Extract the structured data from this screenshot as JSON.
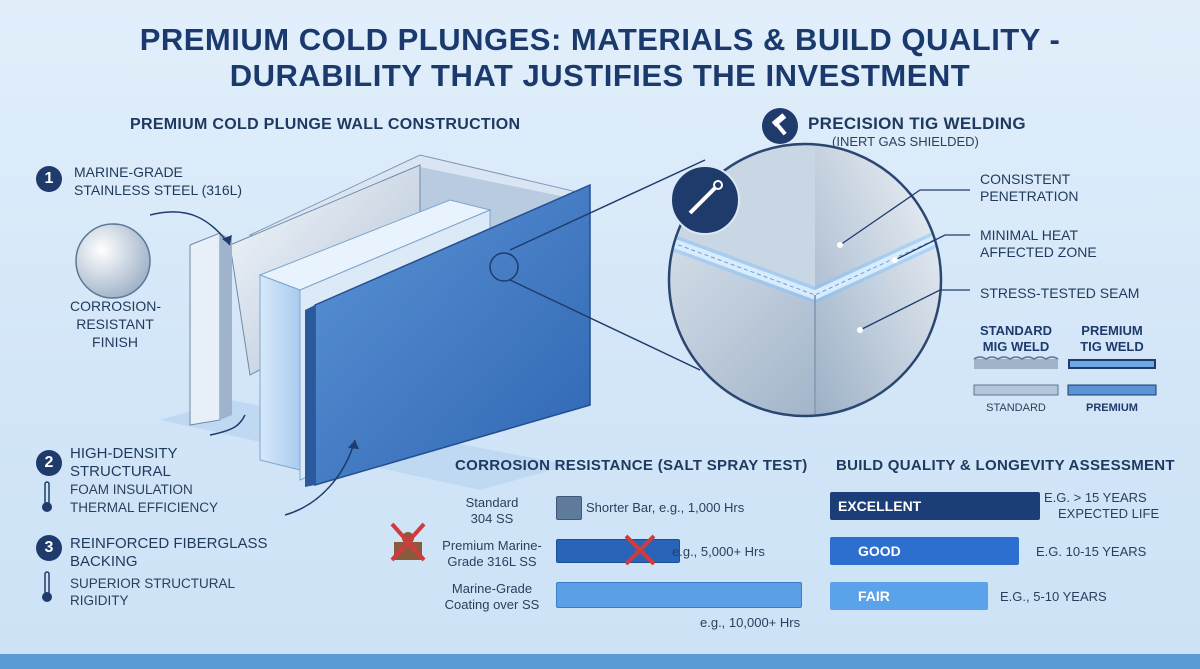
{
  "title": {
    "line1": "PREMIUM COLD PLUNGES: MATERIALS & BUILD QUALITY -",
    "line2": "DURABILITY THAT JUSTIFIES THE INVESTMENT"
  },
  "wall": {
    "heading": "PREMIUM COLD PLUNGE WALL CONSTRUCTION",
    "layers": [
      {
        "number": "1",
        "line1": "MARINE-GRADE",
        "line2": "STAINLESS STEEL (316L)"
      },
      {
        "number": "2",
        "line1": "HIGH-DENSITY",
        "line2": "STRUCTURAL",
        "line3": "FOAM INSULATION"
      },
      {
        "number": "3",
        "line1": "REINFORCED FIBERGLASS",
        "line2": "BACKING"
      }
    ],
    "finish": {
      "line1": "CORROSION-",
      "line2": "RESISTANT",
      "line3": "FINISH"
    },
    "thermal": "THERMAL EFFICIENCY",
    "rigidity": {
      "line1": "SUPERIOR STRUCTURAL",
      "line2": "RIGIDITY"
    }
  },
  "weld": {
    "heading": "PRECISION TIG WELDING",
    "subheading": "(INERT GAS SHIELDED)",
    "callouts": [
      {
        "line1": "CONSISTENT",
        "line2": "PENETRATION"
      },
      {
        "line1": "MINIMAL HEAT",
        "line2": "AFFECTED ZONE"
      },
      {
        "line1": "STRESS-TESTED SEAM",
        "line2": ""
      }
    ],
    "compare": {
      "standard_title1": "STANDARD",
      "standard_title2": "MIG WELD",
      "premium_title1": "PREMIUM",
      "premium_title2": "TIG WELD",
      "standard_caption": "STANDARD",
      "premium_caption": "PREMIUM"
    }
  },
  "chart_data": [
    {
      "type": "bar",
      "orientation": "horizontal",
      "title": "CORROSION RESISTANCE (SALT SPRAY TEST)",
      "categories": [
        "Standard 304 SS",
        "Premium Marine-Grade 316L SS",
        "Marine-Grade Coating over SS"
      ],
      "category_lines": [
        [
          "Standard",
          "304 SS"
        ],
        [
          "Premium Marine-",
          "Grade 316L SS"
        ],
        [
          "Marine-Grade",
          "Coating over SS"
        ]
      ],
      "values": [
        1000,
        5000,
        10000
      ],
      "value_labels": [
        "Shorter Bar, e.g., 1,000 Hrs",
        "e.g., 5,000+ Hrs",
        "e.g., 10,000+ Hrs"
      ],
      "colors": [
        "#5f7c9c",
        "#2a64b8",
        "#5ba0e6"
      ]
    },
    {
      "type": "bar",
      "orientation": "horizontal",
      "title": "BUILD QUALITY & LONGEVITY ASSESSMENT",
      "categories": [
        "EXCELLENT",
        "GOOD",
        "FAIR"
      ],
      "values": [
        1.0,
        0.9,
        0.75
      ],
      "value_labels": [
        {
          "line1": "e.g. > 15 YEARS",
          "line2": "EXPECTED LIFE"
        },
        {
          "line1": "e.g. 10-15 YEARS",
          "line2": ""
        },
        {
          "line1": "e.g., 5-10 YEARS",
          "line2": ""
        }
      ],
      "colors": [
        "#1b3d78",
        "#2c6fcf",
        "#5aa2ea"
      ]
    }
  ],
  "icons": {
    "layer_icons": [
      "thermometer-icon",
      "thermometer-icon"
    ],
    "weld_icon": "welding-torch-icon",
    "heading_icon": "hammer-icon",
    "rejected_icon": "cross-icon"
  }
}
